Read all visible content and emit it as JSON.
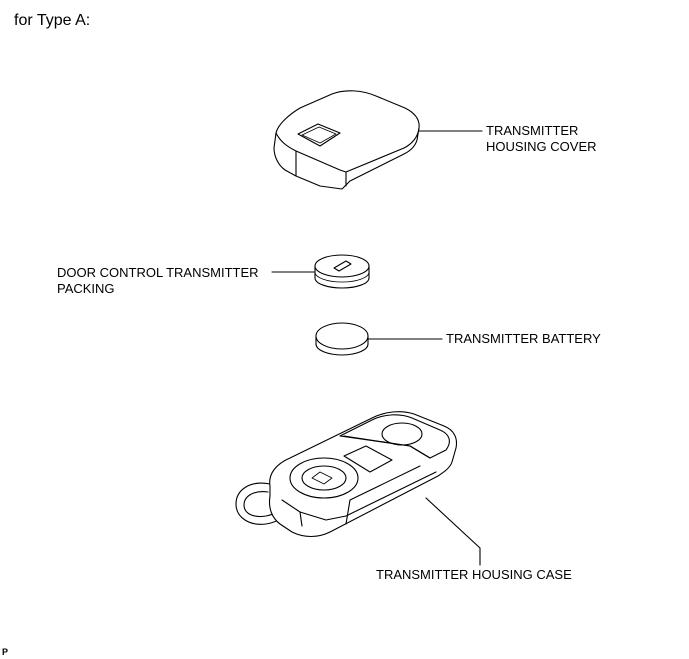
{
  "heading": "for Type A:",
  "parts": {
    "cover_label_line1": "TRANSMITTER",
    "cover_label_line2": "HOUSING COVER",
    "packing_label_line1": "DOOR CONTROL TRANSMITTER",
    "packing_label_line2": "PACKING",
    "battery_label": "TRANSMITTER BATTERY",
    "case_label": "TRANSMITTER HOUSING CASE"
  },
  "footer_code": "P"
}
